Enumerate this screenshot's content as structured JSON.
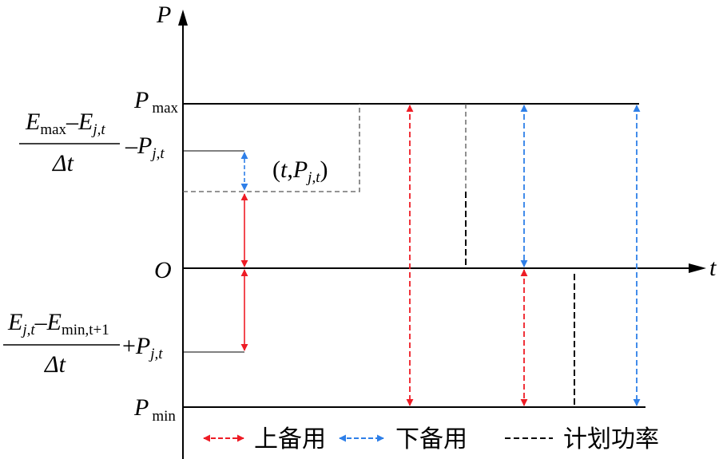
{
  "axes": {
    "y_label": "P",
    "x_label": "t",
    "origin_label": "O"
  },
  "levels": {
    "pmax": {
      "main": "P",
      "sub": "max"
    },
    "pmin": {
      "main": "P",
      "sub": "min"
    }
  },
  "upper_bound_expr": {
    "num_e1": "E",
    "num_e1_sub": "max",
    "num_minus": "–",
    "num_e2": "E",
    "num_e2_sub": "j,t",
    "den": "Δt",
    "tail_sign": "–",
    "tail_p": "P",
    "tail_p_sub": "j,t"
  },
  "lower_bound_expr": {
    "num_e1": "E",
    "num_e1_sub": "j,t",
    "num_minus": "–",
    "num_e2": "E",
    "num_e2_sub": "min,t+1",
    "den": "Δt",
    "tail_sign": "+",
    "tail_p": "P",
    "tail_p_sub": "j,t"
  },
  "point_label": {
    "open": "(",
    "t": "t",
    "comma": ",",
    "p": "P",
    "p_sub": "j,t",
    "close": ")"
  },
  "legend": {
    "up_reserve": "上备用",
    "down_reserve": "下备用",
    "planned_power": "计划功率"
  },
  "colors": {
    "up_reserve": "#ee1c25",
    "down_reserve": "#2e7fe8",
    "planned_power": "#000000",
    "axis": "#000000"
  }
}
